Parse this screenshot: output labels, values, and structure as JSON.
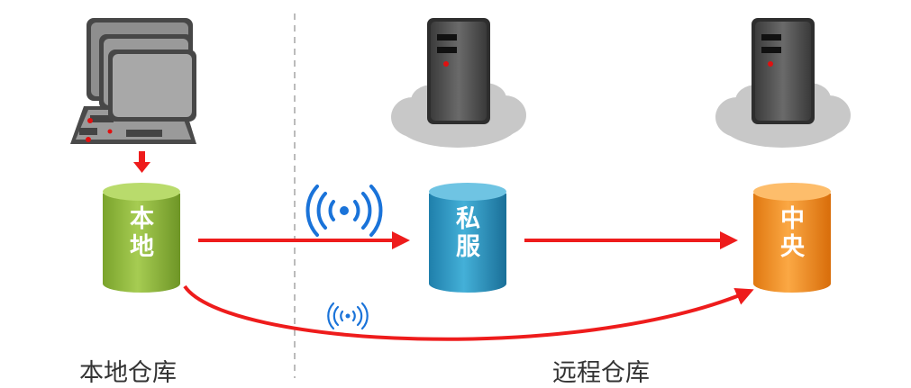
{
  "repositories": {
    "local": {
      "label": "本地",
      "color": "#8db33a"
    },
    "private": {
      "label": "私服",
      "color": "#2e95bf"
    },
    "central": {
      "label": "中央",
      "color": "#f08a1c"
    }
  },
  "sections": {
    "local": "本地仓库",
    "remote": "远程仓库"
  },
  "colors": {
    "arrow": "#ee1c1c",
    "wifi": "#1a73d9",
    "server": "#555555",
    "cloud": "#c8c8c8",
    "divider": "#bbbbbb"
  },
  "icons": {
    "workstations": "computer-cluster-icon",
    "servers": "server-tower-icon",
    "clouds": "cloud-icon",
    "wireless": "wifi-signal-icon"
  }
}
